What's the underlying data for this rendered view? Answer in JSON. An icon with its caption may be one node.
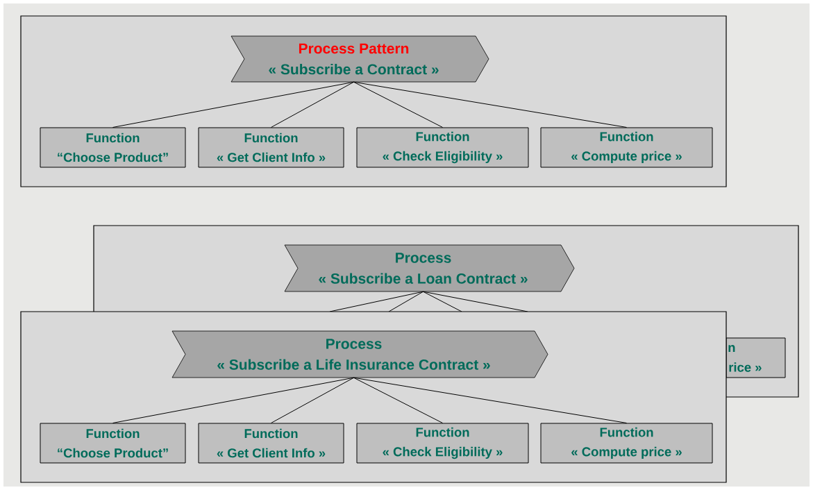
{
  "diagram": {
    "nodes": [
      {
        "text": [],
        "shape": "box"
      },
      {
        "text": [
          "Process Pattern",
          "« Subscribe a Contract »"
        ],
        "in": 0
      },
      {
        "text": [
          "Function",
          "“Choose Product”"
        ],
        "in": 0
      },
      {
        "text": [
          "Function",
          "« Get Client Info »"
        ],
        "in": 0
      },
      {
        "text": [
          "Function",
          "« Check Eligibility »"
        ],
        "in": 0
      },
      {
        "text": [
          "Function",
          "« Compute price »"
        ],
        "in": 0
      },
      {
        "text": [],
        "shape": "box"
      },
      {
        "text": [
          "Process",
          "« Subscribe a Loan Contract »"
        ],
        "in": 6
      },
      {
        "text": [
          "n",
          "rice »"
        ],
        "in": 6
      },
      {
        "text": [],
        "shape": "box"
      },
      {
        "text": [
          "Process",
          "« Subscribe a Life Insurance Contract »"
        ]
      },
      {
        "text": [
          "Function",
          "“Choose Product”"
        ],
        "in": 9
      },
      {
        "text": [
          "Function",
          "« Get Client Info »"
        ],
        "in": 9
      },
      {
        "text": [
          "Function",
          "« Check Eligibility »"
        ],
        "in": 9
      },
      {
        "text": [
          "Function",
          "« Compute price »"
        ],
        "in": 9
      }
    ],
    "edges": [
      {
        "from": 1,
        "to": 2,
        "arrow": "none"
      },
      {
        "from": 1,
        "to": 3,
        "arrow": "none"
      },
      {
        "from": 1,
        "to": 4,
        "arrow": "none"
      },
      {
        "from": 1,
        "to": 5,
        "arrow": "none"
      },
      {
        "from": 7,
        "to": 9,
        "arrow": "none"
      },
      {
        "from": 7,
        "to": 9,
        "arrow": "none"
      },
      {
        "from": 7,
        "to": 9,
        "arrow": "none"
      },
      {
        "from": 7,
        "to": 9,
        "arrow": "none"
      },
      {
        "from": 10,
        "to": 11,
        "arrow": "none"
      },
      {
        "from": 10,
        "to": 12,
        "arrow": "none"
      },
      {
        "from": 10,
        "to": 13,
        "arrow": "none"
      },
      {
        "from": 10,
        "to": 14,
        "arrow": "none"
      }
    ]
  }
}
